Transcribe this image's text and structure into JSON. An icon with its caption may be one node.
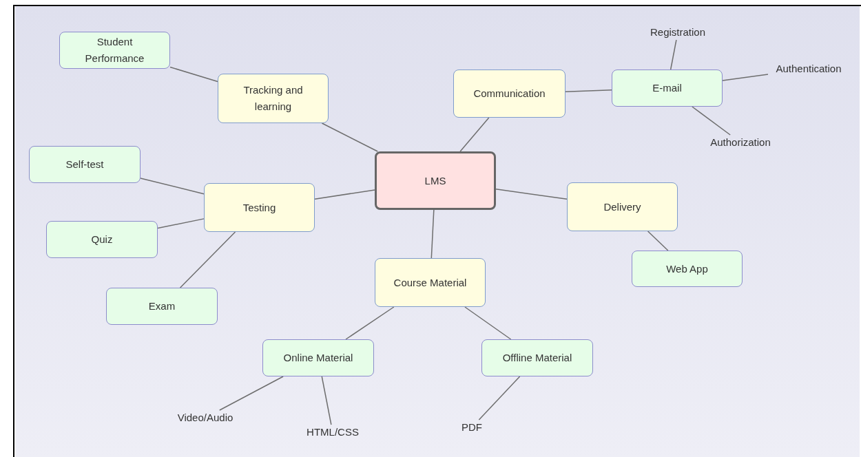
{
  "diagram": {
    "nodes": [
      {
        "text": [
          "Student Performance"
        ]
      },
      {
        "text": [
          "Registration"
        ]
      },
      {
        "text": [
          "Authentication"
        ]
      },
      {
        "text": [
          "Tracking and learning"
        ]
      },
      {
        "text": [
          "Communication"
        ]
      },
      {
        "text": [
          "E-mail"
        ]
      },
      {
        "text": [
          "Authorization"
        ]
      },
      {
        "text": [
          "Self-test"
        ]
      },
      {
        "text": [
          "LMS"
        ]
      },
      {
        "text": [
          "Testing"
        ]
      },
      {
        "text": [
          "Delivery"
        ]
      },
      {
        "text": [
          "Quiz"
        ]
      },
      {
        "text": [
          "Web App"
        ]
      },
      {
        "text": [
          "Course Material"
        ]
      },
      {
        "text": [
          "Exam"
        ]
      },
      {
        "text": [
          "Online Material"
        ]
      },
      {
        "text": [
          "Offline Material"
        ]
      },
      {
        "text": [
          "Video/Audio"
        ]
      },
      {
        "text": [
          "HTML/CSS"
        ]
      },
      {
        "text": [
          "PDF"
        ]
      }
    ],
    "edges": [
      {
        "from": 8,
        "to": 3,
        "arrow": "none"
      },
      {
        "from": 8,
        "to": 4,
        "arrow": "none"
      },
      {
        "from": 8,
        "to": 9,
        "arrow": "none"
      },
      {
        "from": 8,
        "to": 10,
        "arrow": "none"
      },
      {
        "from": 8,
        "to": 13,
        "arrow": "none"
      },
      {
        "from": 3,
        "to": 0,
        "arrow": "none"
      },
      {
        "from": 4,
        "to": 5,
        "arrow": "none"
      },
      {
        "from": 5,
        "to": 1,
        "arrow": "none"
      },
      {
        "from": 5,
        "to": 2,
        "arrow": "none"
      },
      {
        "from": 5,
        "to": 6,
        "arrow": "none"
      },
      {
        "from": 9,
        "to": 7,
        "arrow": "none"
      },
      {
        "from": 9,
        "to": 11,
        "arrow": "none"
      },
      {
        "from": 9,
        "to": 14,
        "arrow": "none"
      },
      {
        "from": 10,
        "to": 12,
        "arrow": "none"
      },
      {
        "from": 13,
        "to": 15,
        "arrow": "none"
      },
      {
        "from": 13,
        "to": 16,
        "arrow": "none"
      },
      {
        "from": 15,
        "to": 17,
        "arrow": "none"
      },
      {
        "from": 15,
        "to": 18,
        "arrow": "none"
      },
      {
        "from": 16,
        "to": 19,
        "arrow": "none"
      }
    ]
  }
}
